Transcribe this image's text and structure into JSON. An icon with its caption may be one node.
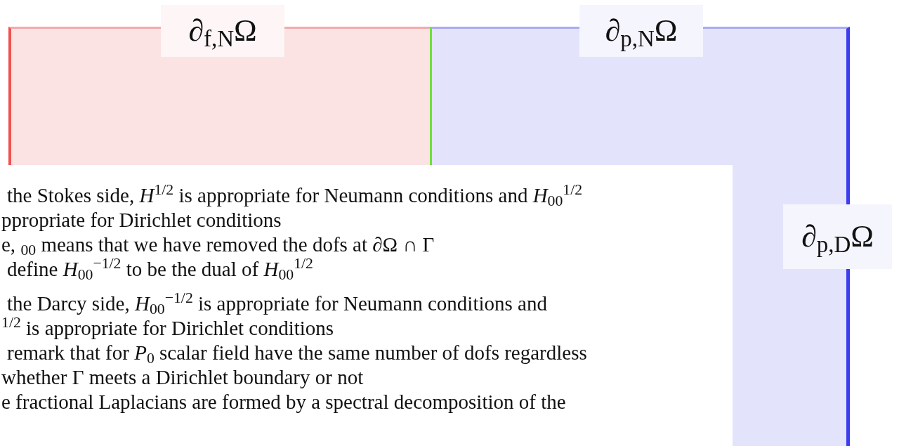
{
  "diagram": {
    "nodes": [
      {
        "text": [
          "∂$_{f,N}$Ω"
        ]
      },
      {
        "text": [
          "∂$_{p,N}$Ω",
          "∂$_{p,D}$Ω"
        ]
      }
    ],
    "labels": [
      "the Stokes side, *H*$^{1/2}$ is appropriate for Neumann conditions and *H*$_{00}$$^{1/2}$",
      "ppropriate for Dirichlet conditions",
      "e, $_{00}$ means that we have removed the dofs at ∂Ω ∩ Γ",
      "define *H*$_{00}$$^{−1/2}$ to be the dual of *H*$_{00}$$^{1/2}$",
      "the Darcy side, *H*$_{00}$$^{−1/2}$ is appropriate for Neumann conditions and",
      "$^{1/2}$ is appropriate for Dirichlet conditions",
      "remark that for *P*$_{0}$ scalar field have the same number of dofs regardless",
      "whether Γ meets a Dirichlet boundary or not",
      "e fractional Laplacians are formed by a spectral decomposition of the"
    ]
  }
}
